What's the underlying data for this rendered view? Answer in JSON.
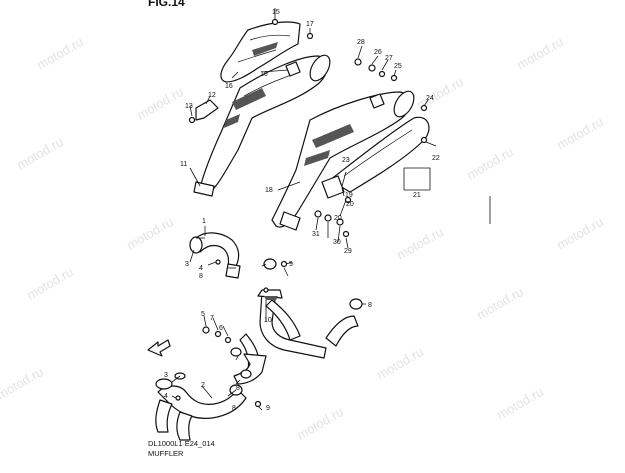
{
  "header": {
    "figure_label": "FIG.14"
  },
  "watermark": {
    "text": "motod.ru"
  },
  "footer": {
    "code": "DL1000L1 E24_014",
    "name": "MUFFLER"
  },
  "callouts": {
    "c1": "1",
    "c2": "2",
    "c3a": "3",
    "c3b": "3",
    "c4a": "4",
    "c4b": "4",
    "c5": "5",
    "c6": "6",
    "c7": "7",
    "c8a": "8",
    "c8b": "8",
    "c8c": "8",
    "c8d": "8",
    "c9a": "9",
    "c9b": "9",
    "c10": "10",
    "c11": "11",
    "c12": "12",
    "c13": "13",
    "c15": "15",
    "c16a": "16",
    "c16b": "16",
    "c17": "17",
    "c18": "18",
    "c19": "19",
    "c20a": "20",
    "c20b": "20",
    "c21": "21",
    "c22": "22",
    "c23": "23",
    "c24": "24",
    "c25": "25",
    "c26": "26",
    "c27": "27",
    "c28": "28",
    "c29": "29",
    "c30": "30",
    "c31": "31"
  },
  "colors": {
    "ink": "#111111",
    "watermark": "#e3e3e3",
    "background": "#ffffff"
  }
}
